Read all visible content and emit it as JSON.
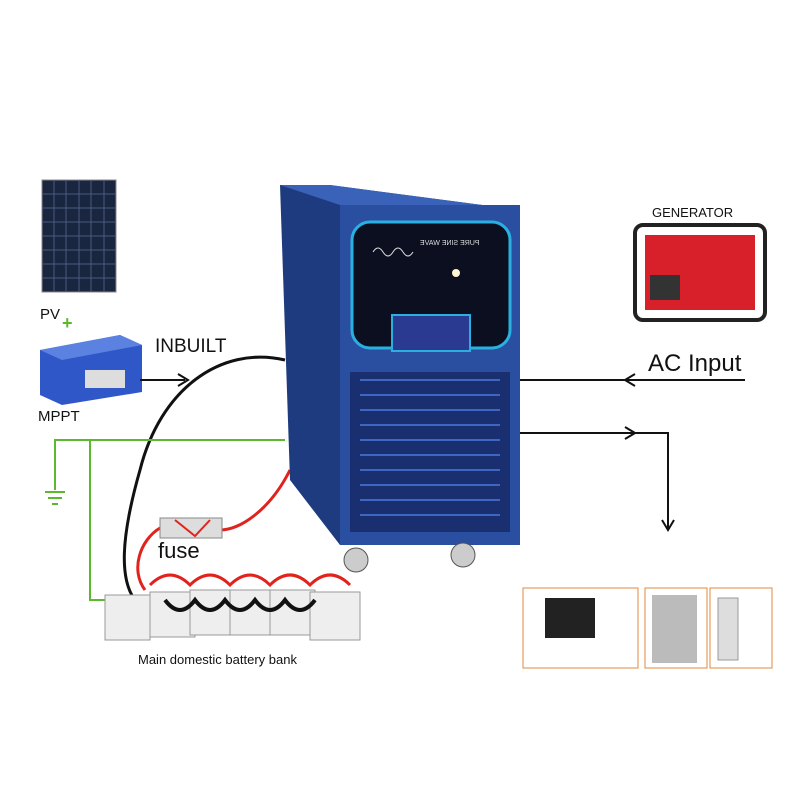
{
  "labels": {
    "pv": "PV",
    "plus": "+",
    "mppt": "MPPT",
    "inbuilt": "INBUILT",
    "ac_input": "AC Input",
    "generator": "GENERATOR",
    "fuse": "fuse",
    "battery_bank": "Main domestic battery bank",
    "inverter_panel": "PURE SINE WAVE"
  },
  "colors": {
    "inverter": "#2a4fa0",
    "ground": "#5cb82e",
    "positive": "#e0231c",
    "cable": "#111111"
  }
}
